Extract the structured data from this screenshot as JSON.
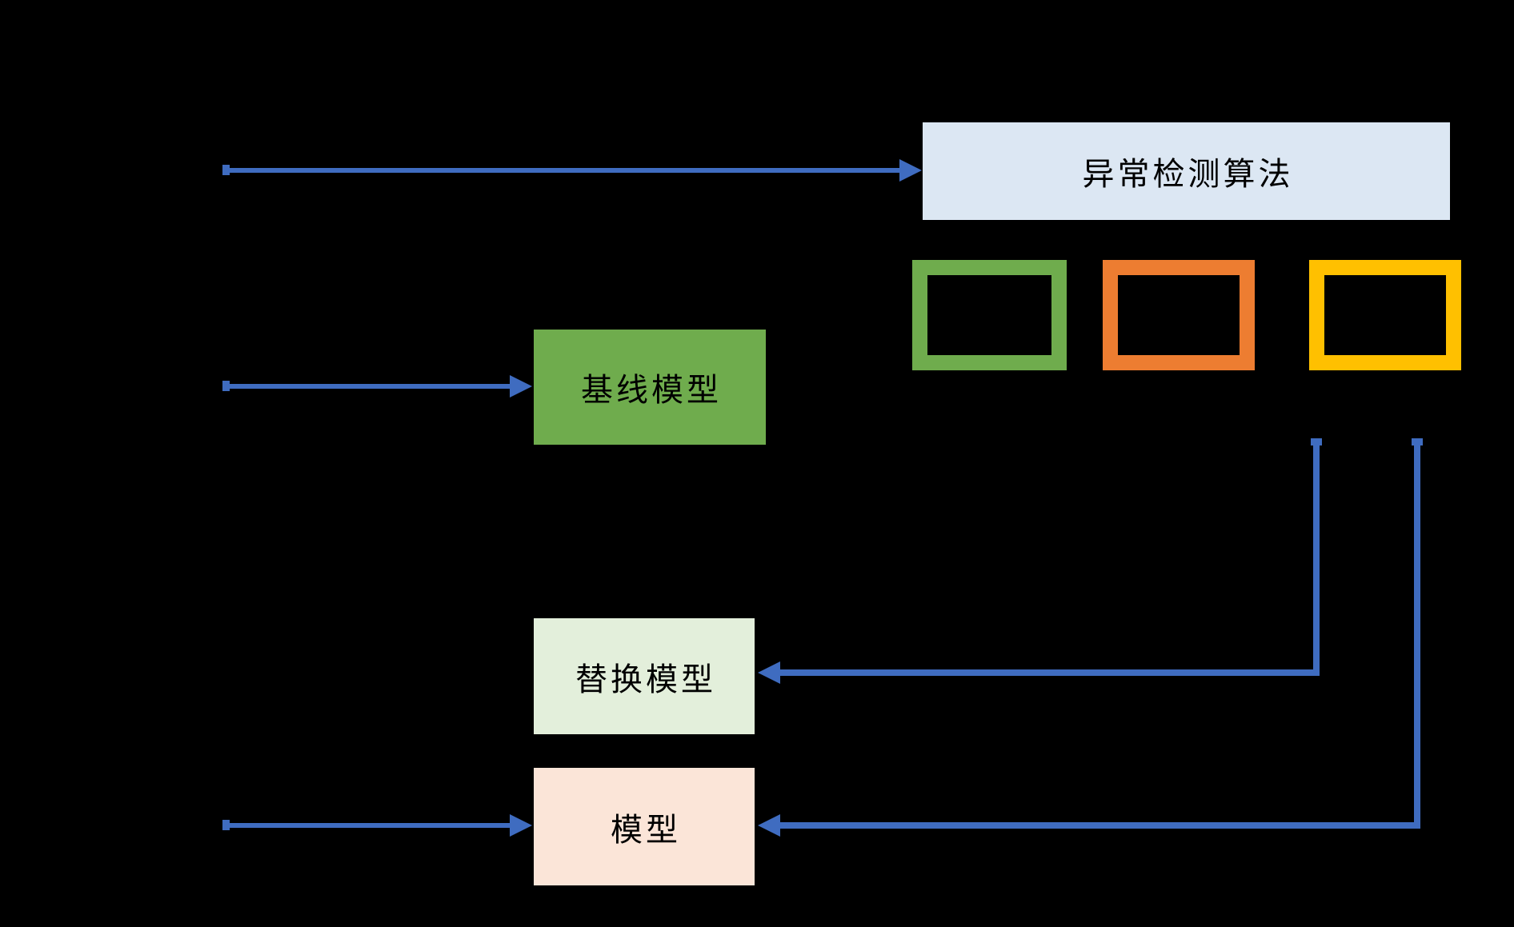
{
  "colors": {
    "background": "#000000",
    "arrow": "#3F6CC0",
    "algo_box_fill": "#DCE7F3",
    "baseline_box_fill": "#6FAC4D",
    "replace_box_fill": "#E3EFDB",
    "model_box_fill": "#FBE5D8",
    "text": "#000000"
  },
  "nodes": {
    "algo": {
      "label": "异常检测算法"
    },
    "baseline": {
      "label": "基线模型"
    },
    "replace": {
      "label": "替换模型"
    },
    "model": {
      "label": "模型"
    }
  },
  "frames": [
    {
      "name": "green-frame",
      "color": "#6FAC4D"
    },
    {
      "name": "orange-frame",
      "color": "#ED7D31"
    },
    {
      "name": "yellow-frame",
      "color": "#FFC000"
    }
  ]
}
